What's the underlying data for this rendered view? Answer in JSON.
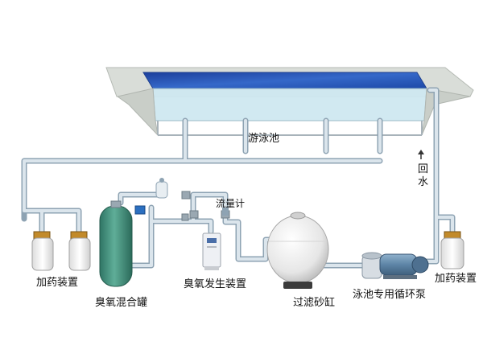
{
  "labels": {
    "pool": "游泳池",
    "return_water_1": "回",
    "return_water_2": "水",
    "flow_meter": "流量计",
    "dosing_left": "加药装置",
    "mixing_tank": "臭氧混合罐",
    "ozone_generator": "臭氧发生装置",
    "sand_filter": "过滤砂缸",
    "circulation_pump": "泳池专用循环泵",
    "dosing_right": "加药装置"
  },
  "colors": {
    "pipe": "#b9c9d6",
    "pipe_edge": "#8ea3b3",
    "water_top": "#2a55b8",
    "water_side": "#bfe3ef",
    "deck": "#d8dcd8",
    "tank": "#3f8f7c",
    "filter_body": "#ececec",
    "pump": "#5c7f9e"
  }
}
